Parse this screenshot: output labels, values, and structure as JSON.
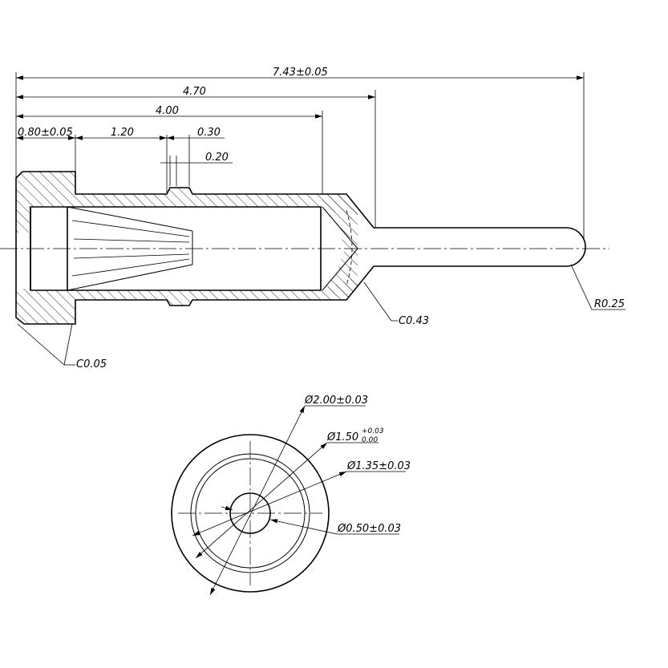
{
  "drawing": {
    "colors": {
      "ink": "#000000",
      "paper": "#ffffff"
    },
    "dimensions": {
      "overall_length": "7.43±0.05",
      "length_4_70": "4.70",
      "length_4_00": "4.00",
      "head_length": "0.80±0.05",
      "step_1_20": "1.20",
      "groove_0_30": "0.30",
      "groove_0_20": "0.20",
      "chamfer_left": "C0.05",
      "chamfer_shoulder": "C0.43",
      "tip_radius": "R0.25",
      "dia_outer": "Ø2.00±0.03",
      "dia_mid_base": "Ø1.50",
      "dia_mid_tol_upper": "+0.03",
      "dia_mid_tol_lower": "0.00",
      "dia_inner_ring": "Ø1.35±0.03",
      "dia_bore": "Ø0.50±0.03"
    }
  }
}
